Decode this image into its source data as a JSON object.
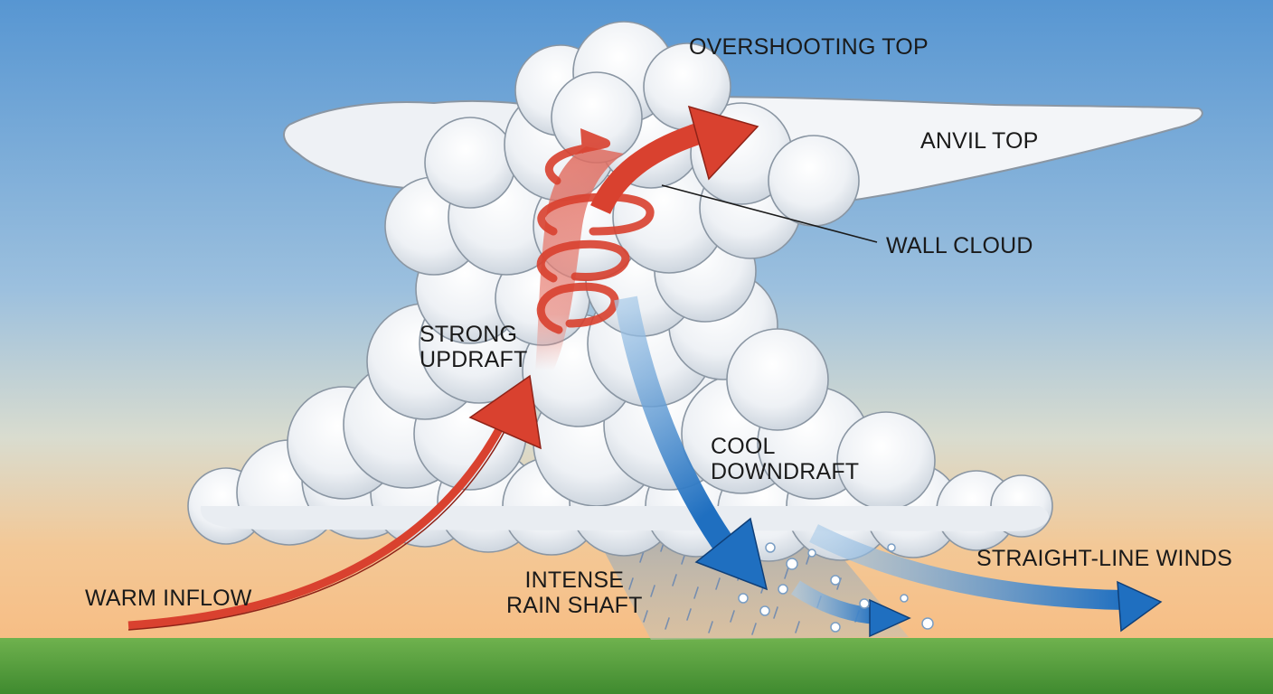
{
  "labels": {
    "overshooting_top": "OVERSHOOTING TOP",
    "anvil_top": "ANVIL TOP",
    "wall_cloud": "WALL CLOUD",
    "strong_updraft": [
      "STRONG",
      "UPDRAFT"
    ],
    "cool_downdraft": [
      "COOL",
      "DOWNDRAFT"
    ],
    "intense_rain_shaft": [
      "INTENSE",
      "RAIN SHAFT"
    ],
    "warm_inflow": "WARM INFLOW",
    "straight_line_winds": "STRAIGHT-LINE WINDS"
  },
  "colors": {
    "sky_top": "#5b9bd5",
    "sky_mid": "#b8d3e3",
    "sky_bottom": "#f6c38e",
    "ground": "#4f9a3c",
    "cloud": "#f4f6f9",
    "cloud_shadow": "#c9d2dc",
    "cloud_outline": "#8a96a3",
    "warm_arrow": "#d9412f",
    "cool_arrow": "#2a73c2",
    "rain": "#5a7fb3"
  }
}
